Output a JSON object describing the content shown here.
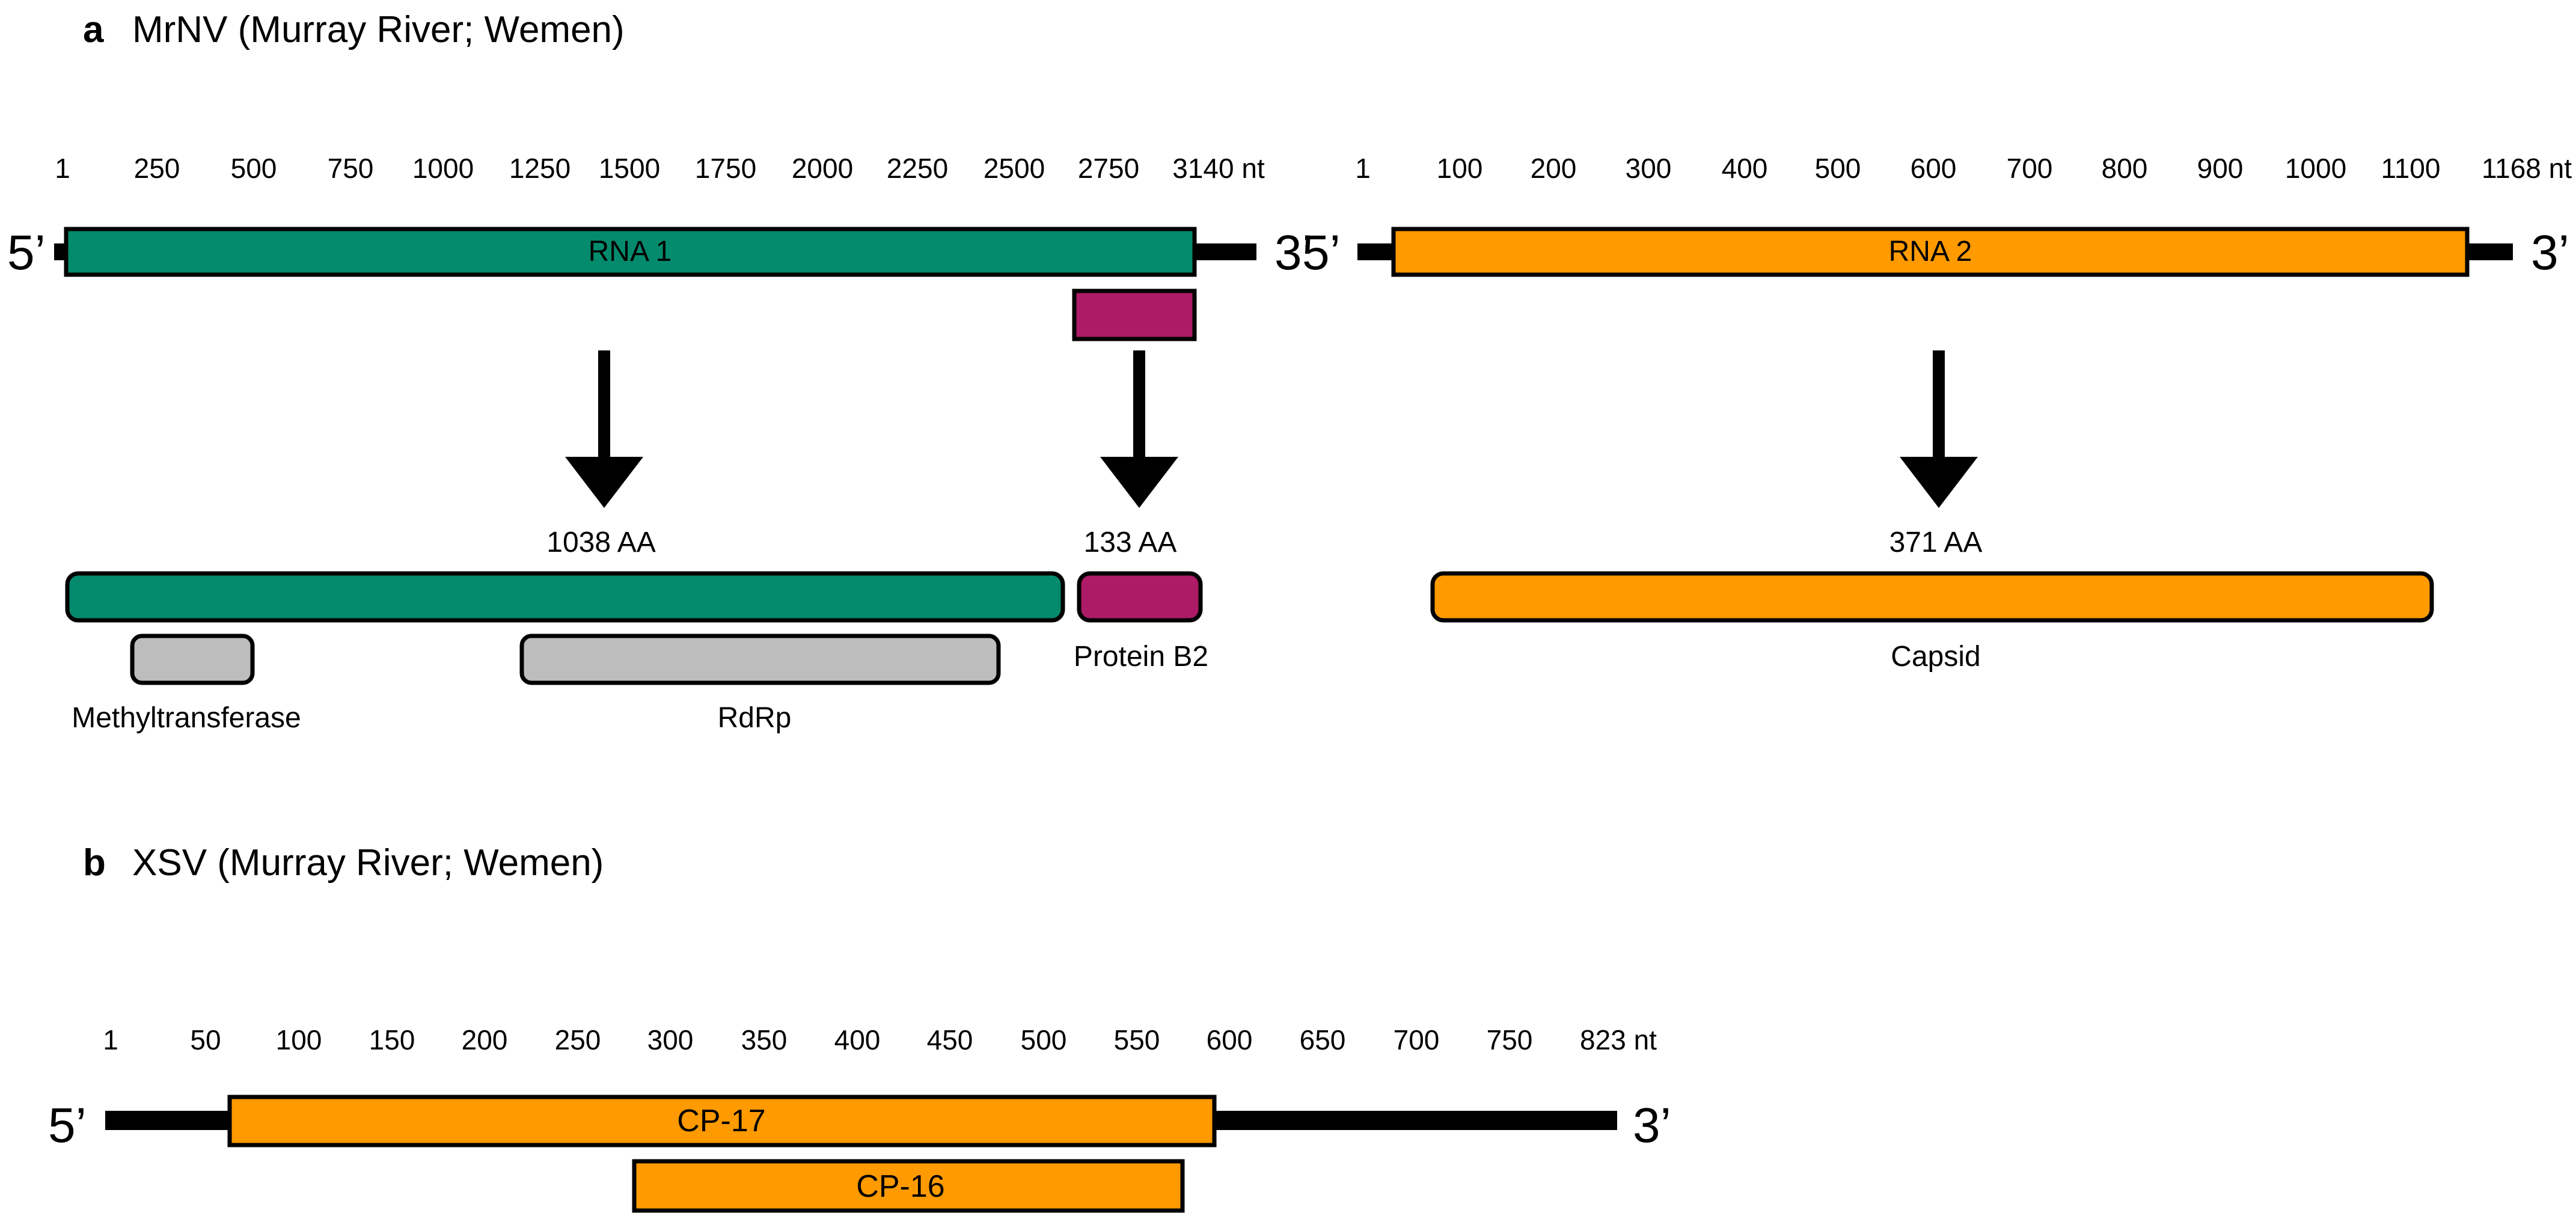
{
  "colors": {
    "rna1": "#048a6c",
    "rna2": "#ff9a00",
    "b2": "#ad1a66",
    "domain": "#bdbdbd",
    "line": "#000000"
  },
  "panel_a": {
    "letter": "a",
    "title": "MrNV (Murray River; Wemen)",
    "rna1": {
      "ticks": [
        "1",
        "250",
        "500",
        "750",
        "1000",
        "1250",
        "1500",
        "1750",
        "2000",
        "2250",
        "2500",
        "2750",
        "3140 nt"
      ],
      "five_prime": "5’",
      "three_prime": "3’",
      "label": "RNA 1",
      "orf_aa": "1038 AA",
      "b2_aa": "133 AA",
      "protein_b2": "Protein B2",
      "methyltransferase": "Methyltransferase",
      "rdrp": "RdRp"
    },
    "rna2": {
      "ticks": [
        "1",
        "100",
        "200",
        "300",
        "400",
        "500",
        "600",
        "700",
        "800",
        "900",
        "1000",
        "1100",
        "1168 nt"
      ],
      "five_prime": "5’",
      "three_prime": "3’",
      "label": "RNA 2",
      "orf_aa": "371 AA",
      "capsid": "Capsid"
    }
  },
  "panel_b": {
    "letter": "b",
    "title": "XSV (Murray River; Wemen)",
    "ticks": [
      "1",
      "50",
      "100",
      "150",
      "200",
      "250",
      "300",
      "350",
      "400",
      "450",
      "500",
      "550",
      "600",
      "650",
      "700",
      "750",
      "823 nt"
    ],
    "five_prime": "5’",
    "three_prime": "3’",
    "cp17": "CP-17",
    "cp16": "CP-16"
  }
}
